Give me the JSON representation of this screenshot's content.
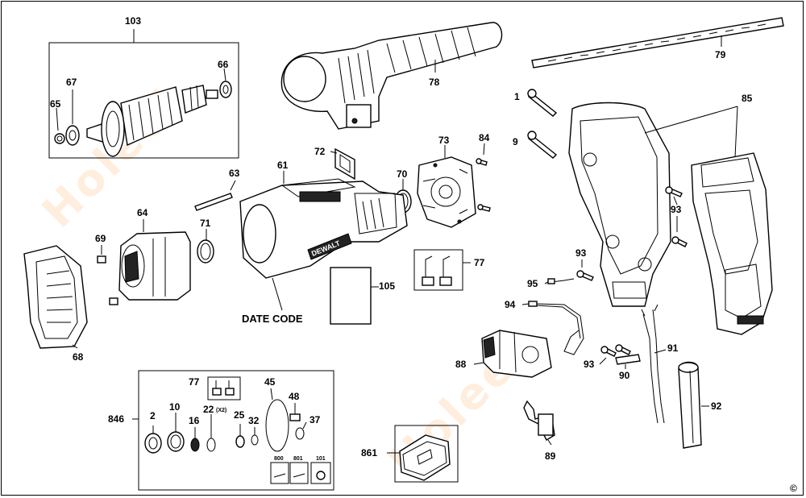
{
  "watermark": {
    "text": "Holeei"
  },
  "parts": [
    {
      "id": "p103",
      "label": "103"
    },
    {
      "id": "p65",
      "label": "65"
    },
    {
      "id": "p67",
      "label": "67"
    },
    {
      "id": "p66",
      "label": "66"
    },
    {
      "id": "p78",
      "label": "78"
    },
    {
      "id": "p79",
      "label": "79"
    },
    {
      "id": "p1",
      "label": "1"
    },
    {
      "id": "p85",
      "label": "85"
    },
    {
      "id": "p9",
      "label": "9"
    },
    {
      "id": "p72",
      "label": "72"
    },
    {
      "id": "p73",
      "label": "73"
    },
    {
      "id": "p84",
      "label": "84"
    },
    {
      "id": "p61",
      "label": "61"
    },
    {
      "id": "p63",
      "label": "63"
    },
    {
      "id": "p70",
      "label": "70"
    },
    {
      "id": "p64",
      "label": "64"
    },
    {
      "id": "p71",
      "label": "71"
    },
    {
      "id": "p69",
      "label": "69"
    },
    {
      "id": "p77a",
      "label": "77"
    },
    {
      "id": "p93a",
      "label": "93"
    },
    {
      "id": "p93b",
      "label": "93"
    },
    {
      "id": "p95",
      "label": "95"
    },
    {
      "id": "p105",
      "label": "105"
    },
    {
      "id": "p94",
      "label": "94"
    },
    {
      "id": "p68",
      "label": "68"
    },
    {
      "id": "p91",
      "label": "91"
    },
    {
      "id": "p88",
      "label": "88"
    },
    {
      "id": "p93c",
      "label": "93"
    },
    {
      "id": "p90",
      "label": "90"
    },
    {
      "id": "p77b",
      "label": "77"
    },
    {
      "id": "p45",
      "label": "45"
    },
    {
      "id": "p48",
      "label": "48"
    },
    {
      "id": "p846",
      "label": "846"
    },
    {
      "id": "p2",
      "label": "2"
    },
    {
      "id": "p10",
      "label": "10"
    },
    {
      "id": "p16",
      "label": "16"
    },
    {
      "id": "p22",
      "label": "22"
    },
    {
      "id": "p22x",
      "label": "(X2)"
    },
    {
      "id": "p25",
      "label": "25"
    },
    {
      "id": "p32",
      "label": "32"
    },
    {
      "id": "p37",
      "label": "37"
    },
    {
      "id": "p92",
      "label": "92"
    },
    {
      "id": "p89",
      "label": "89"
    },
    {
      "id": "p861",
      "label": "861"
    },
    {
      "id": "p800",
      "label": "800"
    },
    {
      "id": "p801",
      "label": "801"
    },
    {
      "id": "p101",
      "label": "101"
    }
  ],
  "captions": {
    "date_code": "DATE CODE",
    "brand": "DEWALT",
    "copyright": "©"
  }
}
